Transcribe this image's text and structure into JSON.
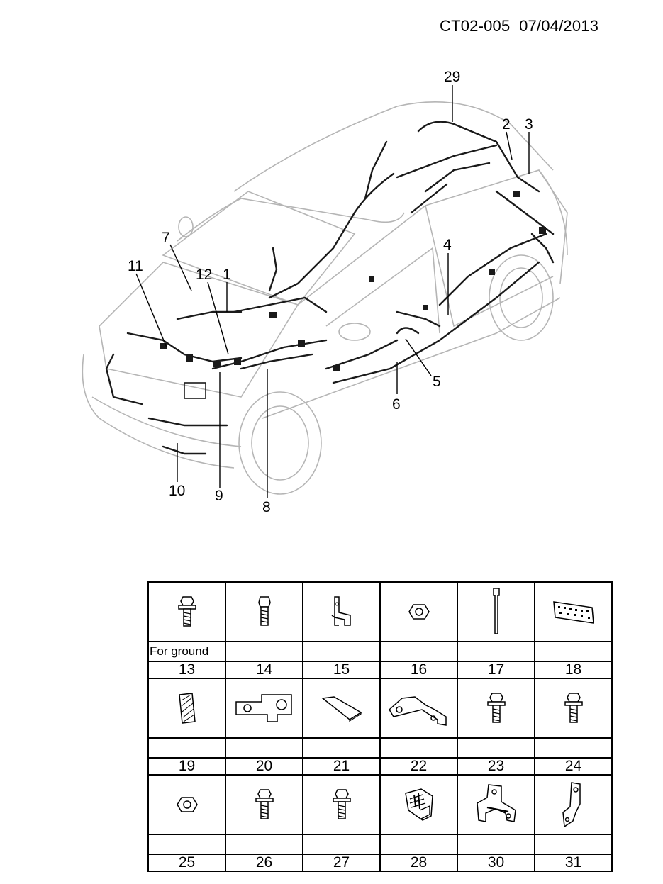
{
  "header": {
    "code": "CT02-005",
    "date": "07/04/2013"
  },
  "diagram": {
    "callouts": [
      "29",
      "2",
      "3",
      "7",
      "12",
      "1",
      "11",
      "4",
      "5",
      "6",
      "10",
      "9",
      "8"
    ]
  },
  "parts_table": {
    "rows": [
      {
        "cells": [
          {
            "num": "13",
            "note": "For ground",
            "icon": "flange-bolt-icon"
          },
          {
            "num": "14",
            "note": "",
            "icon": "bolt-icon"
          },
          {
            "num": "15",
            "note": "",
            "icon": "bracket-icon"
          },
          {
            "num": "16",
            "note": "",
            "icon": "nut-icon"
          },
          {
            "num": "17",
            "note": "",
            "icon": "cable-tie-icon"
          },
          {
            "num": "18",
            "note": "",
            "icon": "connector-block-icon"
          }
        ]
      },
      {
        "cells": [
          {
            "num": "19",
            "note": "",
            "icon": "foam-pad-icon"
          },
          {
            "num": "20",
            "note": "",
            "icon": "mounting-bracket-icon"
          },
          {
            "num": "21",
            "note": "",
            "icon": "tape-strip-icon"
          },
          {
            "num": "22",
            "note": "",
            "icon": "bent-bracket-icon"
          },
          {
            "num": "23",
            "note": "",
            "icon": "flange-bolt-icon"
          },
          {
            "num": "24",
            "note": "",
            "icon": "flange-bolt-icon"
          }
        ]
      },
      {
        "cells": [
          {
            "num": "25",
            "note": "",
            "icon": "nut-icon"
          },
          {
            "num": "26",
            "note": "",
            "icon": "flange-bolt-icon"
          },
          {
            "num": "27",
            "note": "",
            "icon": "flange-bolt-icon"
          },
          {
            "num": "28",
            "note": "",
            "icon": "clip-icon"
          },
          {
            "num": "30",
            "note": "",
            "icon": "plate-bracket-icon"
          },
          {
            "num": "31",
            "note": "",
            "icon": "l-bracket-icon"
          }
        ]
      }
    ]
  }
}
